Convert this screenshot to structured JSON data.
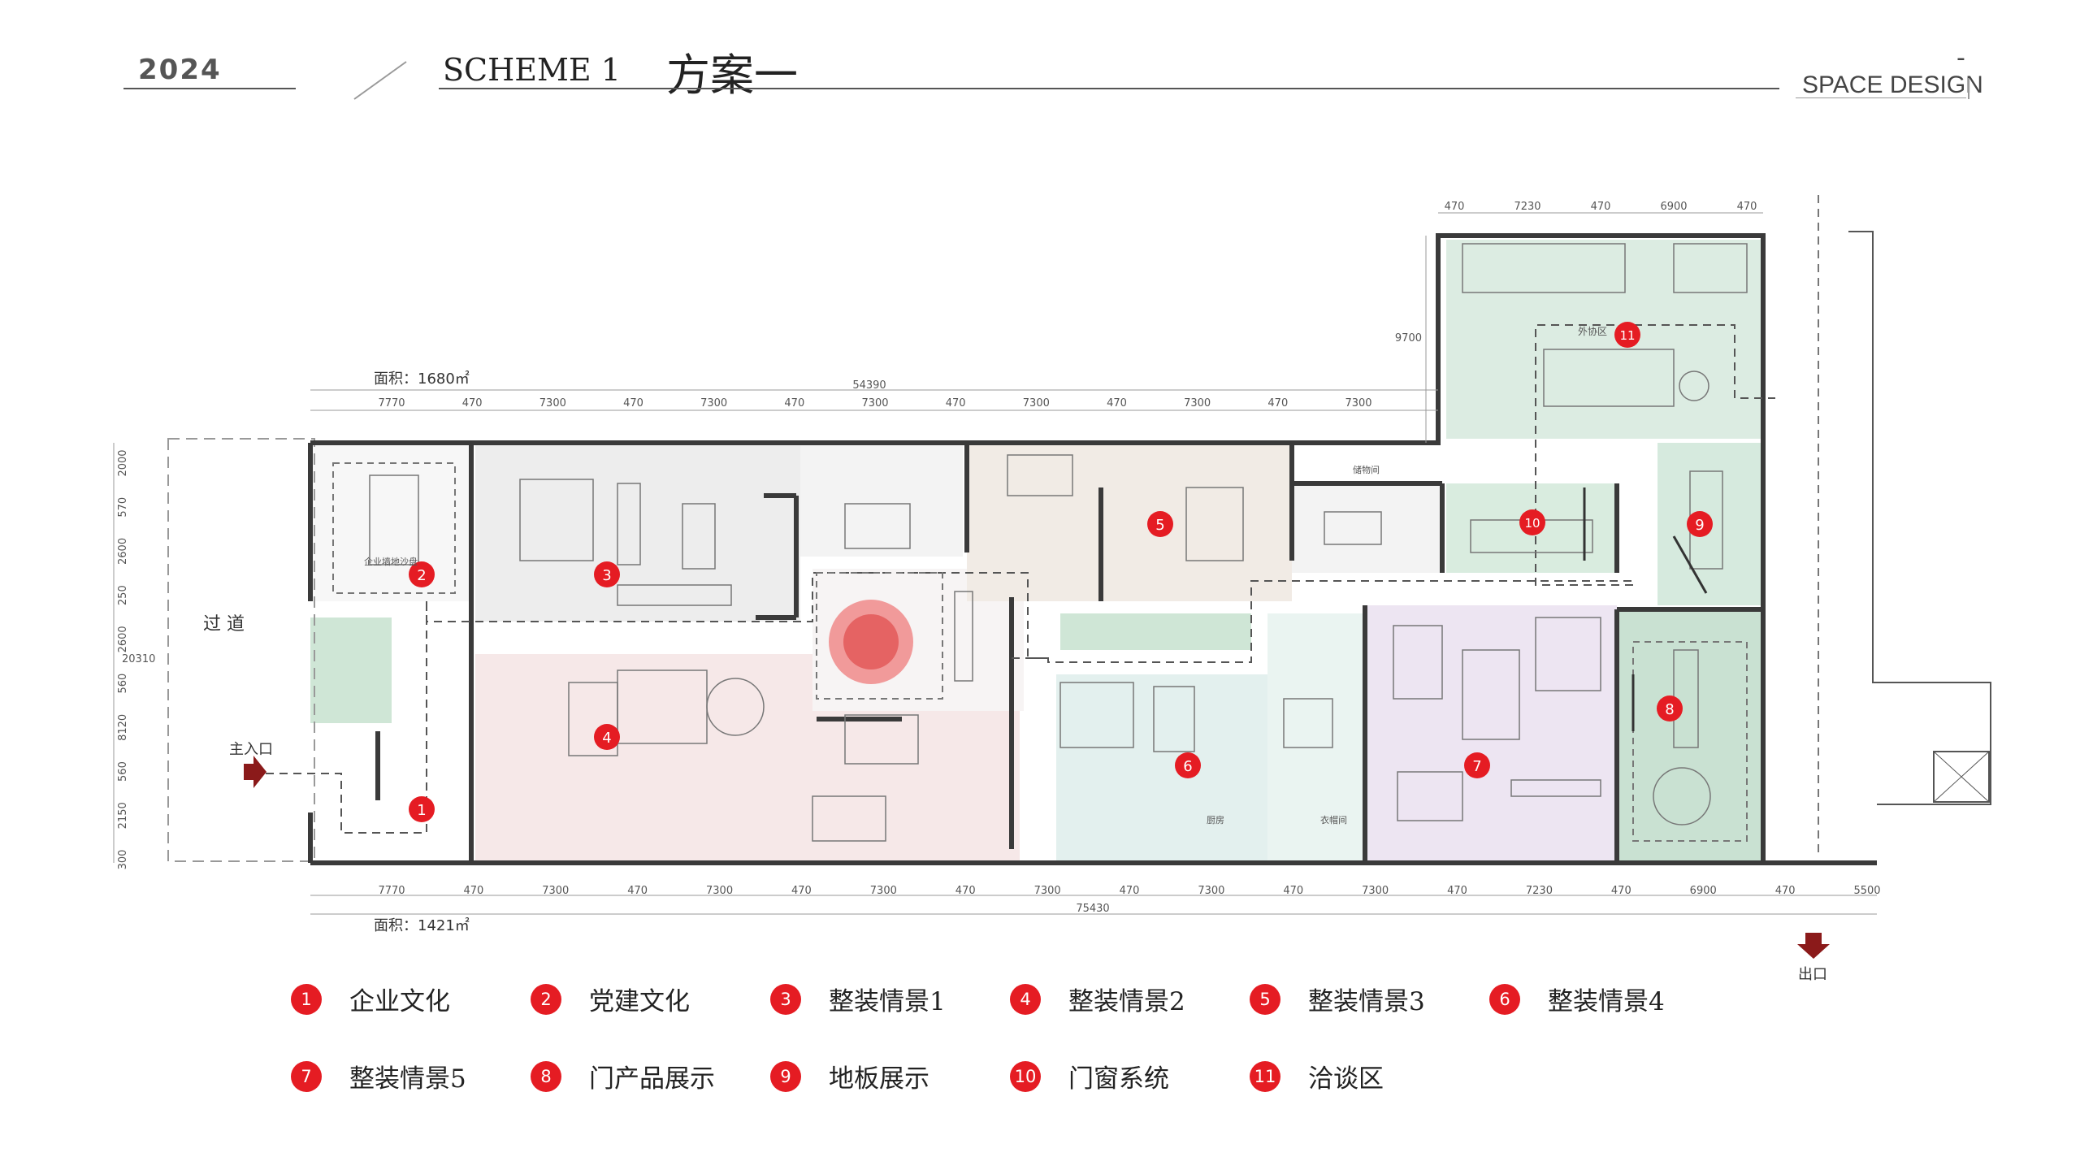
{
  "header": {
    "year": "2024",
    "scheme": "SCHEME 1",
    "scheme_cn": "方案一",
    "space_design": "SPACE DESIGN",
    "dash": "-"
  },
  "plan": {
    "area_top": "面积：1680㎡",
    "area_bottom": "面积：1421㎡",
    "corridor": "过 道",
    "main_entrance": "主入口",
    "exit": "出口",
    "room_labels": {
      "wall_sand": "企业墙地沙盘",
      "negotiation": "外协区",
      "storage": "储物间",
      "kitchen": "厨房",
      "cloakroom": "衣帽间"
    },
    "dims_top_total": "54390",
    "dims_top": [
      "7770",
      "470",
      "7300",
      "470",
      "7300",
      "470",
      "7300",
      "470",
      "7300",
      "470",
      "7300",
      "470",
      "7300"
    ],
    "dims_annex_top": [
      "470",
      "7230",
      "470",
      "6900",
      "470"
    ],
    "dims_annex_side": "9700",
    "dims_bottom_total": "75430",
    "dims_bottom": [
      "7770",
      "470",
      "7300",
      "470",
      "7300",
      "470",
      "7300",
      "470",
      "7300",
      "470",
      "7300",
      "470",
      "7300",
      "470",
      "7230",
      "470",
      "6900",
      "470",
      "5500"
    ],
    "dims_left": [
      "2000",
      "570",
      "2600",
      "250",
      "2600",
      "560",
      "8120",
      "560",
      "2150",
      "300"
    ],
    "dims_left_total": "20310",
    "markers": [
      "1",
      "2",
      "3",
      "4",
      "5",
      "6",
      "7",
      "8",
      "9",
      "10",
      "11"
    ]
  },
  "legend": [
    {
      "num": "1",
      "label": "企业文化"
    },
    {
      "num": "2",
      "label": "党建文化"
    },
    {
      "num": "3",
      "label": "整装情景1"
    },
    {
      "num": "4",
      "label": "整装情景2"
    },
    {
      "num": "5",
      "label": "整装情景3"
    },
    {
      "num": "6",
      "label": "整装情景4"
    },
    {
      "num": "7",
      "label": "整装情景5"
    },
    {
      "num": "8",
      "label": "门产品展示"
    },
    {
      "num": "9",
      "label": "地板展示"
    },
    {
      "num": "10",
      "label": "门窗系统"
    },
    {
      "num": "11",
      "label": "洽谈区"
    }
  ],
  "colors": {
    "marker": "#e51c23",
    "wall": "#3a3a3a",
    "exit_arrow": "#8b1a1a",
    "green_zone": "#dbeee3",
    "pink_zone": "#f6e6e6",
    "violet_zone": "#ece6f2",
    "grey_zone": "#ececec",
    "warm_zone": "#f1ebe5",
    "teal_zone": "#e2f0ee"
  }
}
